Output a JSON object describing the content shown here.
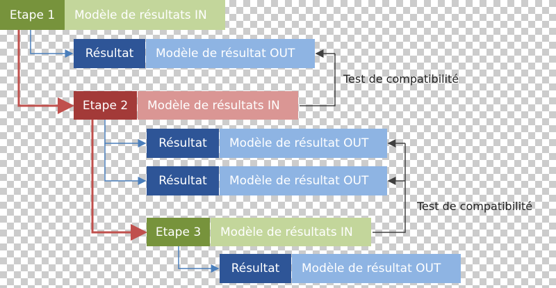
{
  "colors": {
    "green_dark": "#77933c",
    "green_light": "#c3d69b",
    "blue_dark": "#2e5597",
    "blue_light": "#8eb4e3",
    "red_dark": "#a33a38",
    "red_light": "#da9694",
    "arrow_red": "#c0504d",
    "arrow_blue": "#4a7ebb",
    "arrow_gray": "#404040"
  },
  "step1": {
    "label": "Etape 1",
    "model": "Modèle de résultats IN"
  },
  "r1": {
    "label": "Résultat",
    "model": "Modèle de résultat OUT"
  },
  "step2": {
    "label": "Etape 2",
    "model": "Modèle de résultats IN"
  },
  "r2a": {
    "label": "Résultat",
    "model": "Modèle de résultat OUT"
  },
  "r2b": {
    "label": "Résultat",
    "model": "Modèle de résultat OUT"
  },
  "step3": {
    "label": "Etape 3",
    "model": "Modèle de résultats IN"
  },
  "r3": {
    "label": "Résultat",
    "model": "Modèle de résultat OUT"
  },
  "test1": "Test de compatibilité",
  "test2": "Test de compatibilité"
}
